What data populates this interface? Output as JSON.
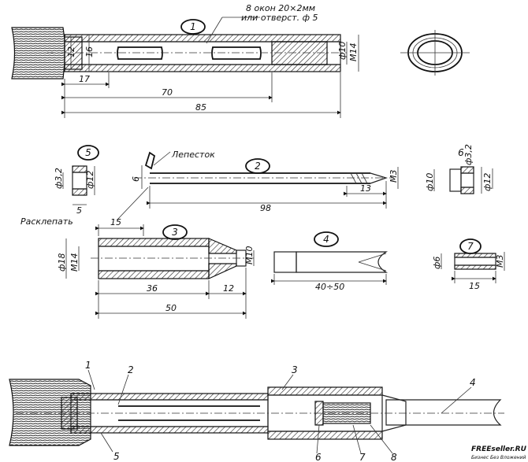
{
  "parts": {
    "p1": {
      "label": "1",
      "note_line1": "8 окон 20×2мм",
      "note_line2": "или отверст. ф 5",
      "d12": "12",
      "d16": "16",
      "d10": "ф10",
      "m14": "М14",
      "l17": "17",
      "l70": "70",
      "l85": "85"
    },
    "p2": {
      "label": "2",
      "note": "Лепесток",
      "d6": "6",
      "m3": "М3",
      "l98": "98",
      "l13": "13"
    },
    "p3": {
      "label": "3",
      "d18": "ф18",
      "m14": "М14",
      "m10": "М10",
      "l15": "15",
      "l36": "36",
      "l12": "12",
      "l50": "50"
    },
    "p4": {
      "label": "4",
      "l": "40÷50"
    },
    "p5": {
      "label": "5",
      "d32": "ф3,2",
      "d12": "ф12",
      "l5": "5"
    },
    "p6": {
      "label": "6",
      "d32": "ф3,2",
      "d10": "ф10",
      "d12": "ф12"
    },
    "p7": {
      "label": "7",
      "d6": "ф6",
      "m3": "М3",
      "l15": "15"
    },
    "rivet_note": "Расклепать",
    "assembly": {
      "c1": "1",
      "c2": "2",
      "c3": "3",
      "c4": "4",
      "c5": "5",
      "c6": "6",
      "c7": "7",
      "c8": "8"
    }
  },
  "watermark": {
    "brand": "FREEseller.RU",
    "sub": "Бизнес Без Вложений"
  }
}
